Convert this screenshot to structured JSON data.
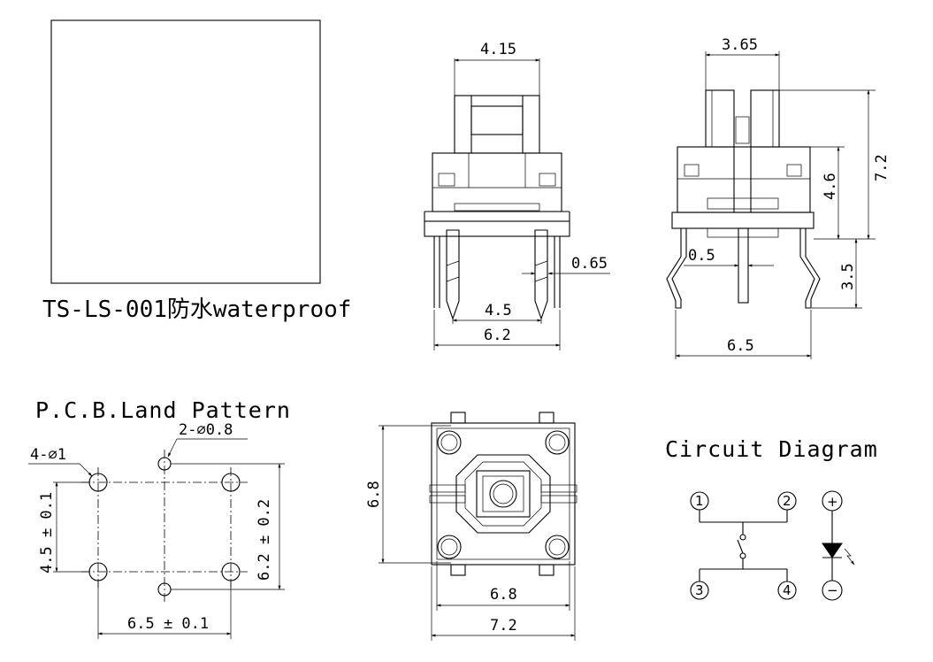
{
  "product": {
    "caption": "TS-LS-001防水waterproof"
  },
  "front_view": {
    "dims": {
      "top_width": "4.15",
      "pin_width": "0.65",
      "pin_pitch": "4.5",
      "overall": "6.2"
    }
  },
  "side_view": {
    "dims": {
      "top_width": "3.65",
      "height_total": "7.2",
      "height_body": "4.6",
      "pin_length": "3.5",
      "pin_width": "0.5",
      "overall": "6.5"
    }
  },
  "pcb": {
    "title": "P.C.B.Land Pattern",
    "holes_small": "2-⌀0.8",
    "holes_large": "4-⌀1",
    "dim_h": "6.5 ± 0.1",
    "dim_v_left": "4.5 ± 0.1",
    "dim_v_right": "6.2 ± 0.2"
  },
  "top_view": {
    "dims": {
      "height": "6.8",
      "inner_width": "6.8",
      "outer_width": "7.2"
    }
  },
  "circuit": {
    "title": "Circuit Diagram",
    "pins": [
      "1",
      "2",
      "3",
      "4"
    ],
    "plus": "+",
    "minus": "−"
  }
}
